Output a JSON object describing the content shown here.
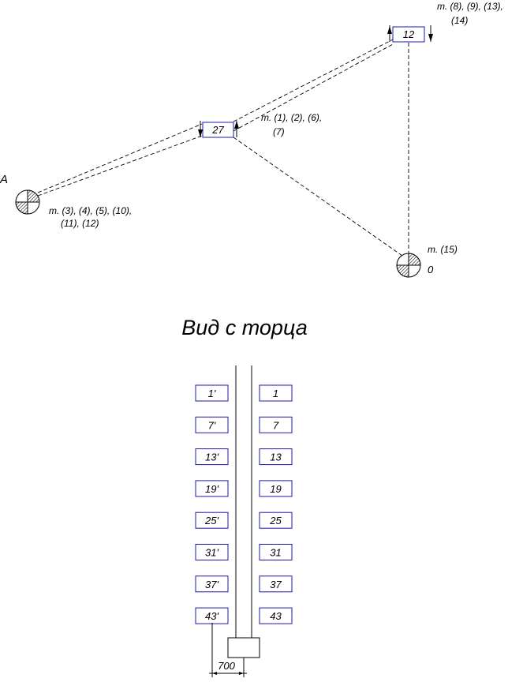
{
  "plan": {
    "point_a_label": "A",
    "point_o_label": "0",
    "box_27_label": "27",
    "box_12_label": "12",
    "note_box27_line1": "т. (1), (2), (6),",
    "note_box27_line2": "(7)",
    "note_box12_line1": "т. (8), (9), (13),",
    "note_box12_line2": "(14)",
    "note_a_line1": "т. (3), (4), (5), (10),",
    "note_a_line2": "(11), (12)",
    "note_o": "т. (15)"
  },
  "end_view": {
    "title": "Вид с торца",
    "left_column": [
      "1'",
      "7'",
      "13'",
      "19'",
      "25'",
      "31'",
      "37'",
      "43'"
    ],
    "right_column": [
      "1",
      "7",
      "13",
      "19",
      "25",
      "31",
      "37",
      "43"
    ],
    "dimension": "700"
  }
}
